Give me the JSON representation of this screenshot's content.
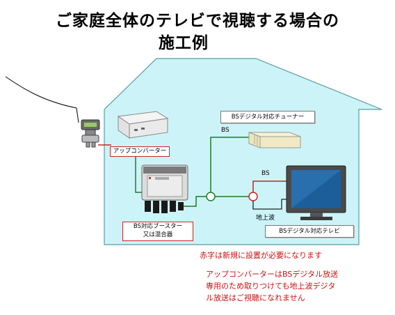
{
  "title": {
    "line1": "ご家庭全体のテレビで視聴する場合の",
    "line2": "施工例"
  },
  "labels": {
    "upconverter": "アップコンバーター",
    "booster_line1": "BS対応ブースター",
    "booster_line2": "又は混合器",
    "tuner": "BSデジタル対応チューナー",
    "tv": "BSデジタル対応テレビ",
    "bs_tuner": "BS",
    "bs_tv": "BS",
    "terrestrial": "地上波"
  },
  "notes": {
    "red_note": "赤字は新規に設置が必要になります",
    "warning_line1": "アップコンバーターはBSデジタル放送",
    "warning_line2": "専用のため取りつけても地上波デジタ",
    "warning_line3": "ル放送はご視聴になれません"
  },
  "colors": {
    "house_fill": "#ccf4f8",
    "house_stroke": "#5a9aa4",
    "cable_green": "#1e7a28",
    "cable_red": "#cc2222",
    "note_red": "#cc1111"
  }
}
